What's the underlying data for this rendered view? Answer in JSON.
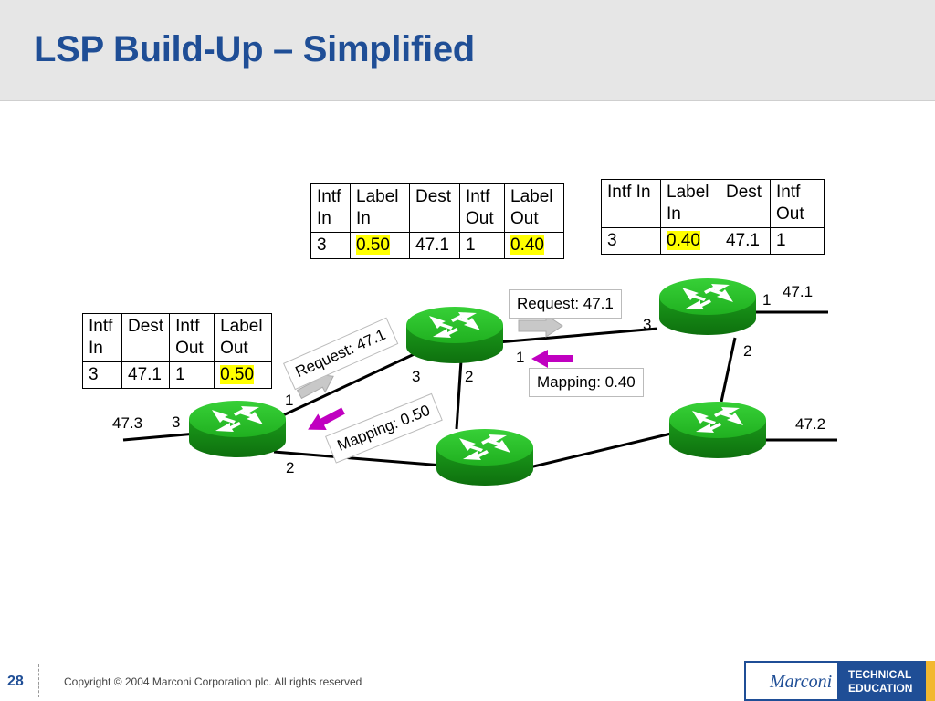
{
  "slide": {
    "title": "LSP Build-Up – Simplified",
    "page_number": "28",
    "copyright": "Copyright © 2004 Marconi Corporation plc. All rights reserved",
    "logo_text": "Marconi",
    "logo_badge_line1": "TECHNICAL",
    "logo_badge_line2": "EDUCATION"
  },
  "tables": {
    "left": {
      "headers": [
        "Intf In",
        "Dest",
        "Intf Out",
        "Label Out"
      ],
      "row": [
        "3",
        "47.1",
        "1",
        "0.50"
      ]
    },
    "middle": {
      "headers": [
        "Intf In",
        "Label In",
        "Dest",
        "Intf Out",
        "Label Out"
      ],
      "row": [
        "3",
        "0.50",
        "47.1",
        "1",
        "0.40"
      ]
    },
    "right": {
      "headers": [
        "Intf In",
        "Label In",
        "Dest",
        "Intf Out"
      ],
      "row": [
        "3",
        "0.40",
        "47.1",
        "1"
      ]
    }
  },
  "diagram": {
    "networks": {
      "left": "47.3",
      "top_right": "47.1",
      "right": "47.2"
    },
    "ports": {
      "r1_in": "3",
      "r1_out_top": "1",
      "r1_out_bottom": "2",
      "r2_in": "3",
      "r2_out_bottom": "2",
      "r2_out_right": "1",
      "r4_in": "3",
      "r4_out": "1",
      "r4_down": "2"
    },
    "messages": {
      "request_left": "Request: 47.1",
      "request_right": "Request: 47.1",
      "mapping_left": "Mapping: 0.50",
      "mapping_right": "Mapping: 0.40"
    }
  },
  "colors": {
    "title_blue": "#1f4e96",
    "router_green": "#22b022",
    "highlight": "#ffff00",
    "mapping_arrow": "#c000c0",
    "request_arrow": "#c8c8c8"
  }
}
